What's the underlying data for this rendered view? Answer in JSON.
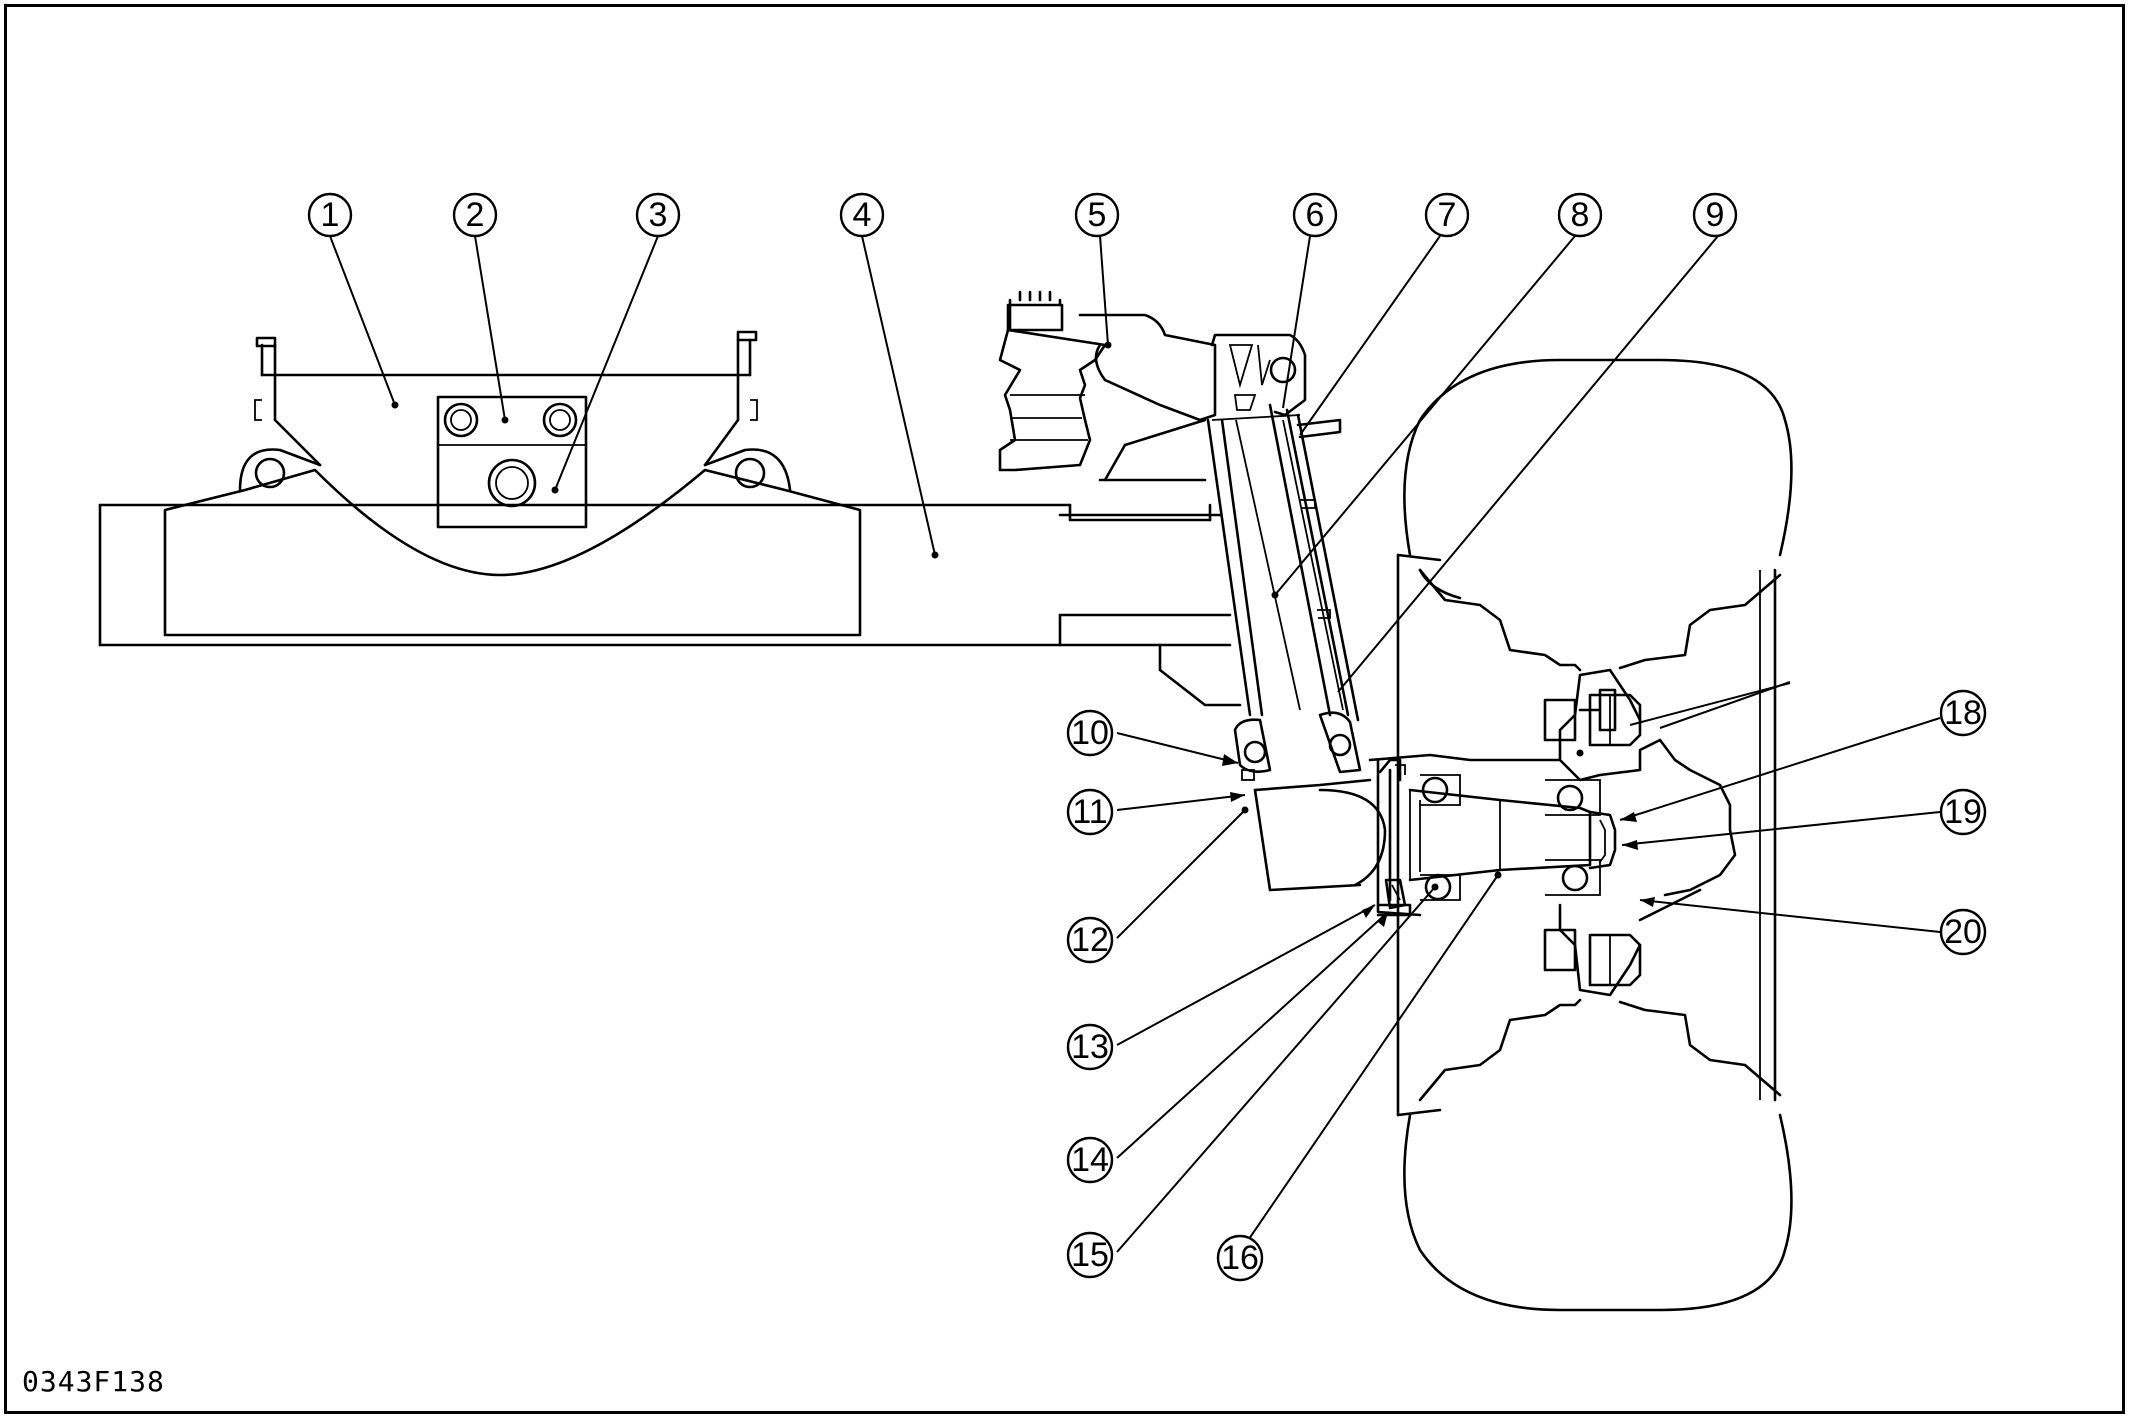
{
  "figure_code": "0343F138",
  "callouts": [
    {
      "id": "1",
      "label": "1"
    },
    {
      "id": "2",
      "label": "2"
    },
    {
      "id": "3",
      "label": "3"
    },
    {
      "id": "4",
      "label": "4"
    },
    {
      "id": "5",
      "label": "5"
    },
    {
      "id": "6",
      "label": "6"
    },
    {
      "id": "7",
      "label": "7"
    },
    {
      "id": "8",
      "label": "8"
    },
    {
      "id": "9",
      "label": "9"
    },
    {
      "id": "10",
      "label": "10"
    },
    {
      "id": "11",
      "label": "11"
    },
    {
      "id": "12",
      "label": "12"
    },
    {
      "id": "13",
      "label": "13"
    },
    {
      "id": "14",
      "label": "14"
    },
    {
      "id": "15",
      "label": "15"
    },
    {
      "id": "16",
      "label": "16"
    },
    {
      "id": "18",
      "label": "18"
    },
    {
      "id": "19",
      "label": "19"
    },
    {
      "id": "20",
      "label": "20"
    }
  ]
}
